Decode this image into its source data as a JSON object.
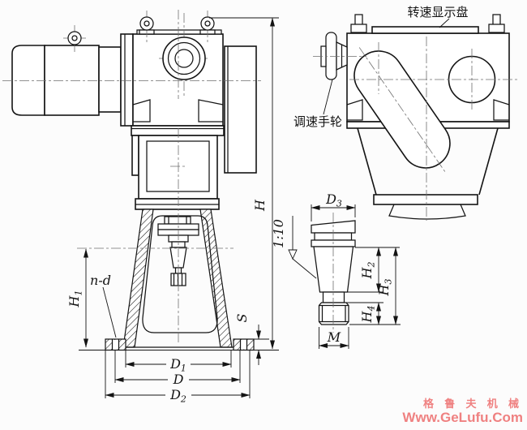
{
  "labels": {
    "speed_display_dial": "转速显示盘",
    "speed_handwheel": "调速手轮"
  },
  "dims": {
    "h": {
      "base": "H",
      "sub": ""
    },
    "h1": {
      "base": "H",
      "sub": "1"
    },
    "h2": {
      "base": "H",
      "sub": "2"
    },
    "h3": {
      "base": "H",
      "sub": "3"
    },
    "h4": {
      "base": "H",
      "sub": "4"
    },
    "d": {
      "base": "D",
      "sub": ""
    },
    "d1": {
      "base": "D",
      "sub": "1"
    },
    "d2": {
      "base": "D",
      "sub": "2"
    },
    "d3": {
      "base": "D",
      "sub": "3"
    },
    "s": {
      "base": "S",
      "sub": ""
    },
    "m": {
      "base": "M",
      "sub": ""
    },
    "nd": "n-d",
    "taper": "1:10"
  },
  "watermark": {
    "brand": "格 鲁 夫 机 械",
    "site": "Www.GeLufu.Com",
    "color": "#ef8181"
  },
  "drawing": {
    "type": "engineering-drawing",
    "views": [
      "front-view-with-stand",
      "side-view",
      "spindle-taper-detail"
    ]
  }
}
